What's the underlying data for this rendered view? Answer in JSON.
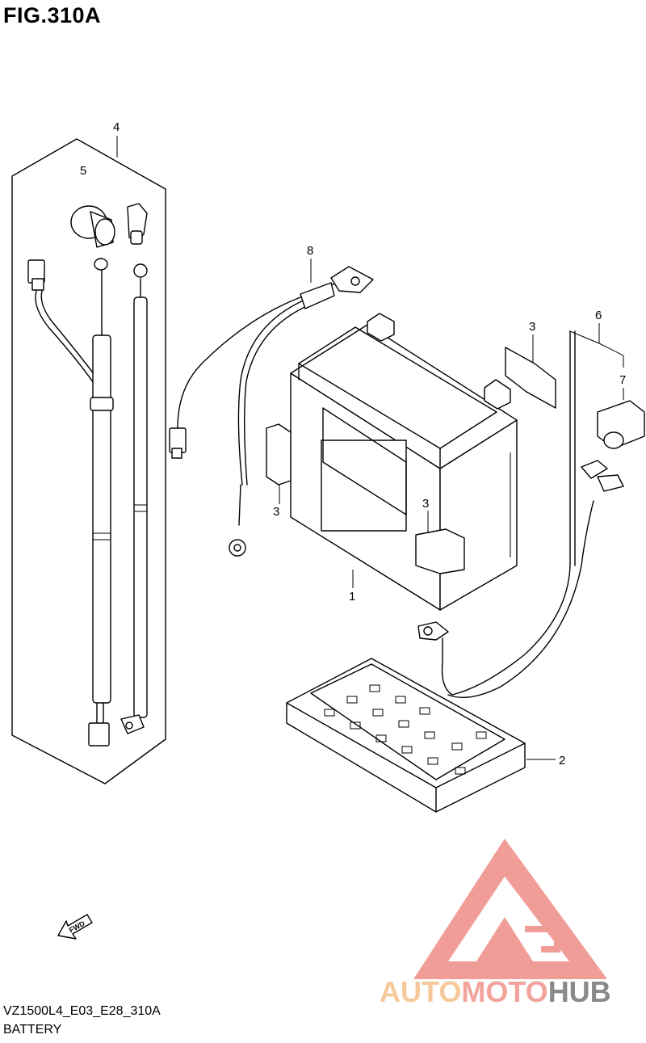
{
  "figure": {
    "title": "FIG.310A"
  },
  "footer": {
    "code": "VZ1500L4_E03_E28_310A",
    "name": "BATTERY"
  },
  "callouts": [
    {
      "id": "battery",
      "label": "1"
    },
    {
      "id": "tray",
      "label": "2"
    },
    {
      "id": "pad-top",
      "label": "3"
    },
    {
      "id": "pad-left",
      "label": "3"
    },
    {
      "id": "pad-front",
      "label": "3"
    },
    {
      "id": "harness-assy",
      "label": "4"
    },
    {
      "id": "cap",
      "label": "5"
    },
    {
      "id": "lead-assy",
      "label": "6"
    },
    {
      "id": "cover",
      "label": "7"
    },
    {
      "id": "cable",
      "label": "8"
    }
  ],
  "fwd": {
    "label": "FWD"
  },
  "watermark": {
    "part1": "AUTO",
    "part2": "MOTO",
    "part3": "HUB",
    "colors": {
      "auto": "#f6c99a",
      "moto": "#f2a39c",
      "hub": "#8a8a8a",
      "logo": "#ef8c86"
    }
  }
}
